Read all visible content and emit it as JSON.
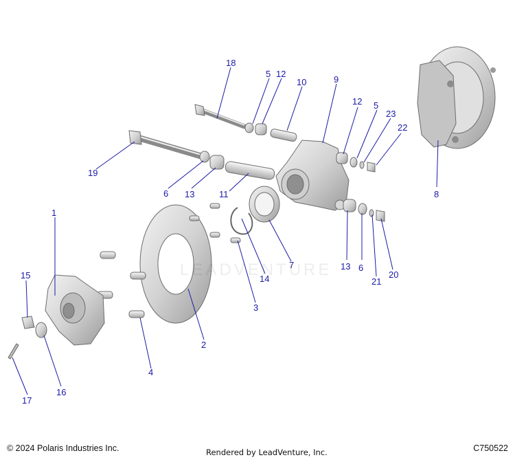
{
  "callouts": [
    {
      "label": "1"
    },
    {
      "label": "2"
    },
    {
      "label": "3"
    },
    {
      "label": "4"
    },
    {
      "label": "5"
    },
    {
      "label": "5"
    },
    {
      "label": "6"
    },
    {
      "label": "6"
    },
    {
      "label": "7"
    },
    {
      "label": "8"
    },
    {
      "label": "9"
    },
    {
      "label": "10"
    },
    {
      "label": "11"
    },
    {
      "label": "12"
    },
    {
      "label": "12"
    },
    {
      "label": "13"
    },
    {
      "label": "13"
    },
    {
      "label": "14"
    },
    {
      "label": "15"
    },
    {
      "label": "16"
    },
    {
      "label": "17"
    },
    {
      "label": "18"
    },
    {
      "label": "19"
    },
    {
      "label": "20"
    },
    {
      "label": "21"
    },
    {
      "label": "22"
    },
    {
      "label": "23"
    }
  ],
  "footer": {
    "copyright": "© 2024 Polaris Industries Inc.",
    "rendered_by": "Rendered by LeadVenture, Inc.",
    "drawing_id": "C750522"
  },
  "watermark": {
    "text": "LEADVENTURE"
  }
}
